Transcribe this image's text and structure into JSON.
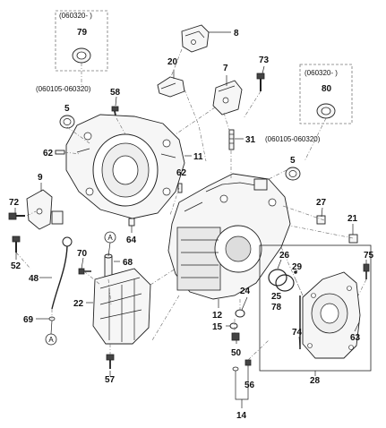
{
  "labels": {
    "l79": "79",
    "l8": "8",
    "l20": "20",
    "l7": "7",
    "l73": "73",
    "l80": "80",
    "l58": "58",
    "l5a": "5",
    "l5b": "5",
    "l62a": "62",
    "l62b": "62",
    "l11": "11",
    "l31": "31",
    "l9": "9",
    "l72": "72",
    "l64": "64",
    "l27": "27",
    "l21": "21",
    "l52": "52",
    "l70": "70",
    "l68": "68",
    "l48": "48",
    "l22": "22",
    "l69": "69",
    "l26": "26",
    "l29": "29",
    "l25": "25",
    "l78": "78",
    "l24": "24",
    "l75": "75",
    "l12": "12",
    "l15": "15",
    "l50": "50",
    "l74": "74",
    "l63": "63",
    "l57": "57",
    "l28": "28",
    "l56": "56",
    "l14": "14"
  },
  "date_notes": {
    "d060320a": "(060320- )",
    "d060320b": "(060320- )",
    "d060105a": "(060105-060320)",
    "d060105b": "(060105-060320)"
  },
  "refs": {
    "refA1": "A",
    "refA2": "A"
  }
}
